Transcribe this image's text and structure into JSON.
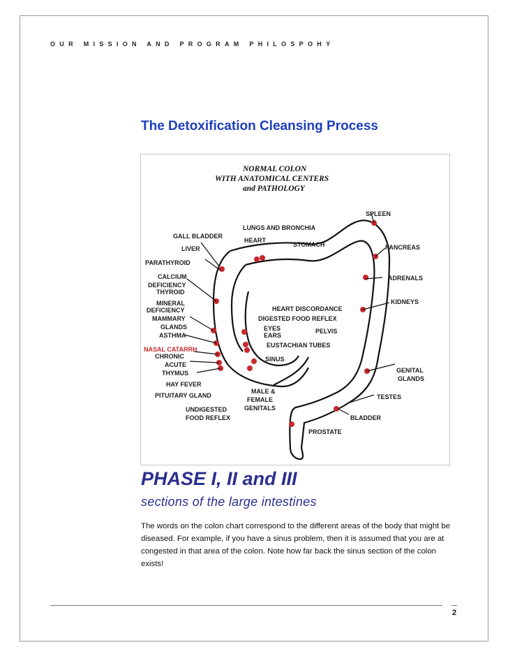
{
  "header": {
    "text": "OUR MISSION AND PROGRAM PHILOSPOHY"
  },
  "title": "The Detoxification Cleansing Process",
  "figure": {
    "title_lines": [
      "NORMAL COLON",
      "WITH ANATOMICAL CENTERS",
      "and PATHOLOGY"
    ],
    "labels": {
      "spleen": "SPLEEN",
      "lungs": "LUNGS AND BRONCHIA",
      "gall_bladder": "GALL BLADDER",
      "heart": "HEART",
      "stomach": "STOMACH",
      "pancreas": "PANCREAS",
      "liver": "LIVER",
      "parathyroid": "PARATHYROID",
      "calcium": "CALCIUM",
      "deficiency1": "DEFICIENCY",
      "thyroid": "THYROID",
      "adrenals": "ADRENALS",
      "mineral": "MINERAL",
      "deficiency2": "DEFICIENCY",
      "mammary": "MAMMARY",
      "glands": "GLANDS",
      "asthma": "ASTHMA",
      "kidneys": "KIDNEYS",
      "heart_discordance": "HEART DISCORDANCE",
      "digested": "DIGESTED FOOD REFLEX",
      "eyes": "EYES",
      "ears": "EARS",
      "pelvis": "PELVIS",
      "eustachian": "EUSTACHIAN TUBES",
      "nasal": "NASAL CATARRH",
      "chronic": "CHRONIC",
      "acute": "ACUTE",
      "thymus": "THYMUS",
      "hay_fever": "HAY FEVER",
      "sinus": "SINUS",
      "genital": "GENITAL",
      "glands2": "GLANDS",
      "pituitary": "PITUITARY GLAND",
      "male": "MALE &",
      "female": "FEMALE",
      "genitals": "GENITALS",
      "testes": "TESTES",
      "undigested": "UNDIGESTED",
      "food_reflex": "FOOD REFLEX",
      "bladder": "BLADDER",
      "prostate": "PROSTATE"
    },
    "highlight_color": "#c8292d"
  },
  "phase_heading": "PHASE I, II and III",
  "subtitle": "sections of the large intestines",
  "body": "The words on the colon chart correspond to the different areas of the body that might be diseased. For example, if you have a sinus problem, then it is assumed that you are at  congested in that area of the colon. Note how far back the sinus section of the colon exists!",
  "page_number": "2"
}
